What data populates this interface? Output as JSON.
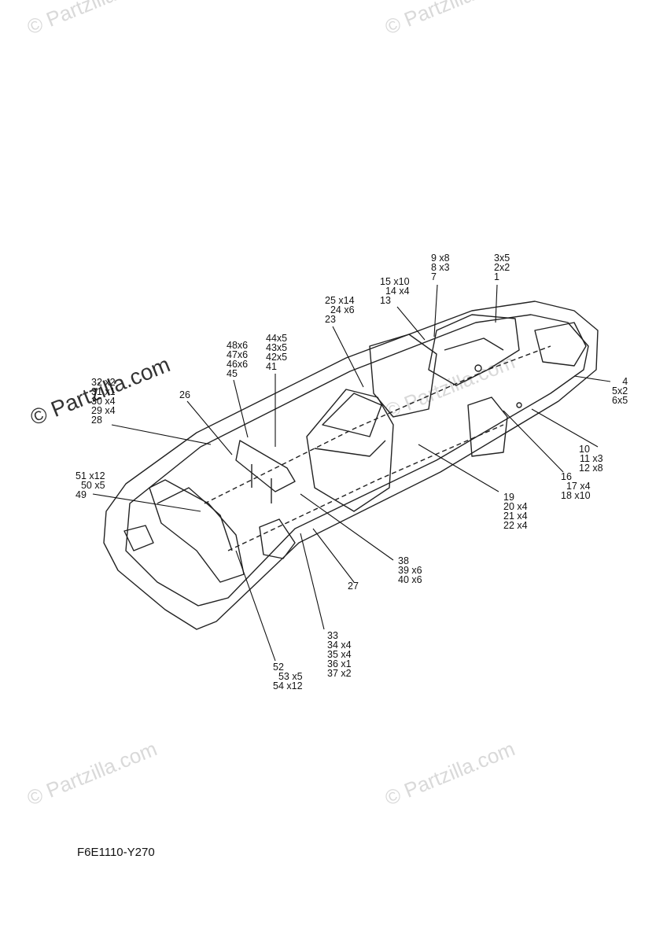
{
  "watermark": "© Partzilla.com",
  "diagram_code": "F6E1110-Y270",
  "callouts": {
    "g1": [
      "9 x8",
      "8 x3",
      "7"
    ],
    "g2": [
      "3x5",
      "2x2",
      "1"
    ],
    "g3": [
      "15 x10",
      "14 x4",
      "13"
    ],
    "g4": [
      "25 x14",
      "24 x6",
      "23"
    ],
    "g5": [
      "44x5",
      "43x5",
      "42x5",
      "41"
    ],
    "g6": [
      "48x6",
      "47x6",
      "46x6",
      "45"
    ],
    "g7": [
      "32 x2",
      "31 x1",
      "30 x4",
      "29 x4",
      "28"
    ],
    "g8": [
      "26"
    ],
    "g9": [
      "4",
      "5x2",
      "6x5"
    ],
    "g10": [
      "10",
      "11 x3",
      "12 x8"
    ],
    "g11": [
      "16",
      "17 x4",
      "18 x10"
    ],
    "g12": [
      "19",
      "20 x4",
      "21 x4",
      "22 x4"
    ],
    "g13": [
      "51 x12",
      "50 x5",
      "49"
    ],
    "g14": [
      "38",
      "39 x6",
      "40 x6"
    ],
    "g15": [
      "27"
    ],
    "g16": [
      "33",
      "34 x4",
      "35 x4",
      "36 x1",
      "37 x2"
    ],
    "g17": [
      "52",
      "53 x5",
      "54 x12"
    ]
  }
}
